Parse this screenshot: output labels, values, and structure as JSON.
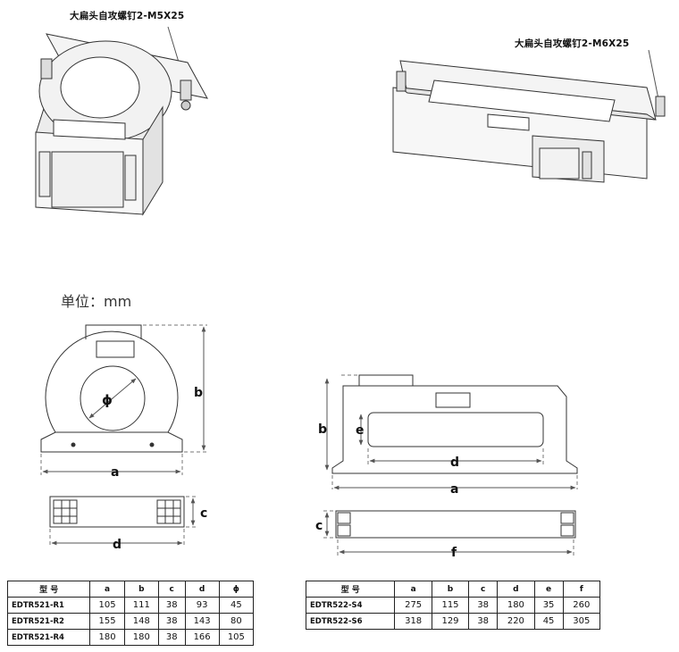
{
  "callouts": {
    "left": "大扁头自攻螺钉2-M5X25",
    "right": "大扁头自攻螺钉2-M6X25"
  },
  "unit_label": "单位：mm",
  "dim_labels": {
    "phi": "ϕ",
    "a": "a",
    "b": "b",
    "c": "c",
    "d": "d",
    "e": "e",
    "f": "f"
  },
  "table_left": {
    "headers": [
      "型 号",
      "a",
      "b",
      "c",
      "d",
      "ϕ"
    ],
    "rows": [
      [
        "EDTR521-R1",
        "105",
        "111",
        "38",
        "93",
        "45"
      ],
      [
        "EDTR521-R2",
        "155",
        "148",
        "38",
        "143",
        "80"
      ],
      [
        "EDTR521-R4",
        "180",
        "180",
        "38",
        "166",
        "105"
      ]
    ]
  },
  "table_right": {
    "headers": [
      "型 号",
      "a",
      "b",
      "c",
      "d",
      "e",
      "f"
    ],
    "rows": [
      [
        "EDTR522-S4",
        "275",
        "115",
        "38",
        "180",
        "35",
        "260"
      ],
      [
        "EDTR522-S6",
        "318",
        "129",
        "38",
        "220",
        "45",
        "305"
      ]
    ]
  }
}
